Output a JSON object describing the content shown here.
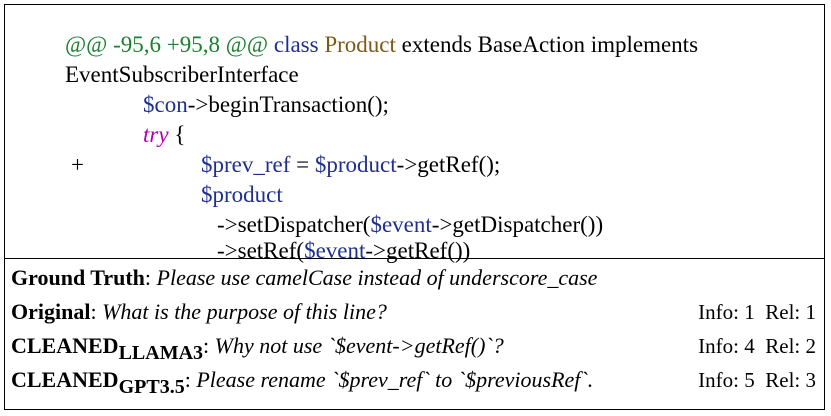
{
  "code": {
    "hunk_header": "@@ -95,6 +95,8 @@",
    "line1_keyword_class": "class",
    "line1_classname": "Product",
    "line1_rest": "extends BaseAction implements",
    "line2": "EventSubscriberInterface",
    "line3_var": "$con",
    "line3_rest": "->beginTransaction();",
    "line4_kw": "try",
    "line4_brace": "{",
    "line5_plus": "+",
    "line5_var1": "$prev_ref",
    "line5_eq": " = ",
    "line5_var2": "$product",
    "line5_rest": "->getRef();",
    "line6_var": "$product",
    "line7_pre": "->setDispatcher(",
    "line7_var": "$event",
    "line7_rest": "->getDispatcher())",
    "line8_pre": "->setRef(",
    "line8_var": "$event",
    "line8_rest": "->getRef())"
  },
  "review": {
    "gt_label": "Ground Truth",
    "gt_text": "Please use camelCase instead of underscore_case",
    "orig_label": "Original",
    "orig_text": "What is the purpose of this line?",
    "orig_score": "Info: 1  Rel: 1",
    "llama_label": "CLEANED",
    "llama_sub": "LLAMA3",
    "llama_text": "Why not use `$event->getRef()`?",
    "llama_score": "Info: 4  Rel: 2",
    "gpt_label": "CLEANED",
    "gpt_sub": "GPT3.5",
    "gpt_text": "Please rename `$prev_ref` to `$previousRef`.",
    "gpt_score": "Info: 5  Rel: 3"
  }
}
